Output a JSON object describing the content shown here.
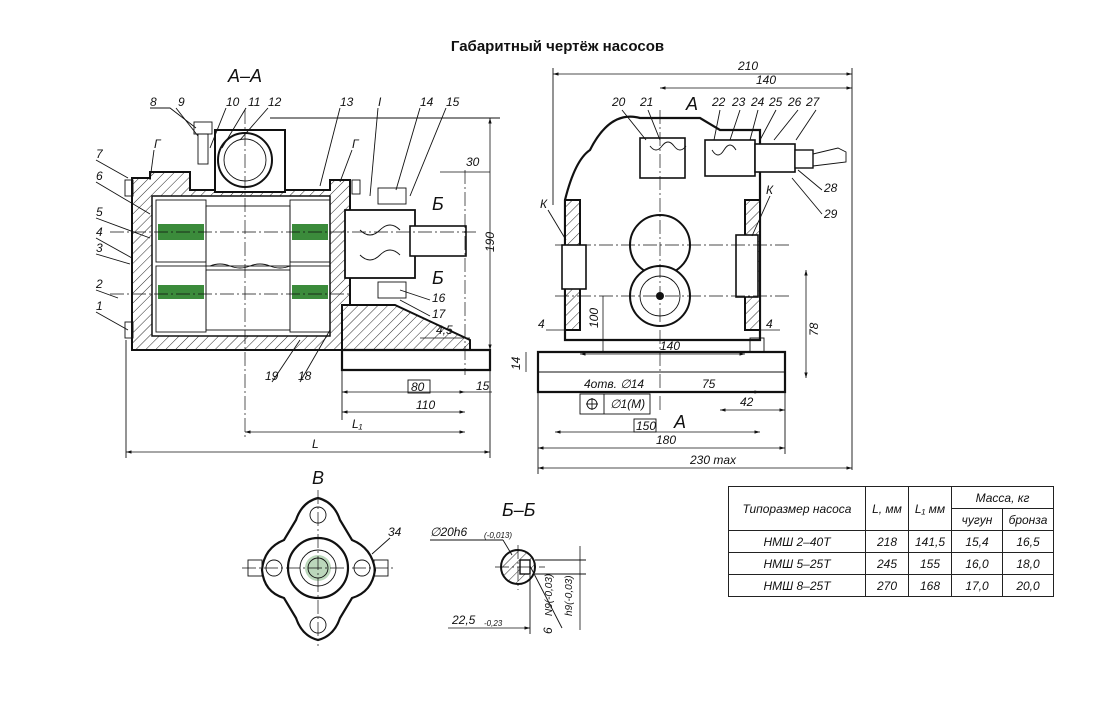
{
  "title": "Габаритный чертёж насосов",
  "views": {
    "section_aa": "А–А",
    "view_v": "В",
    "section_bb": "Б–Б",
    "section_a_mark": "А"
  },
  "callouts": [
    "1",
    "2",
    "3",
    "4",
    "5",
    "6",
    "7",
    "8",
    "9",
    "10",
    "11",
    "12",
    "13",
    "14",
    "15",
    "16",
    "17",
    "18",
    "19",
    "20",
    "21",
    "22",
    "23",
    "24",
    "25",
    "26",
    "27",
    "28",
    "29",
    "34"
  ],
  "labels": {
    "g": "Г",
    "b": "Б",
    "k": "К",
    "i": "I",
    "a": "А"
  },
  "dimensions": {
    "d190": "190",
    "d30": "30",
    "d4_5": "4,5",
    "d15": "15",
    "d80": "80",
    "d110": "110",
    "dL1": "L₁",
    "dL": "L",
    "d210": "210",
    "d140_top": "140",
    "d100": "100",
    "d4_left": "4",
    "d4_right": "4",
    "d14": "14",
    "d140_bottom": "140",
    "d78": "78",
    "holes": "4отв. ∅14",
    "d75": "75",
    "d42": "42",
    "tolerance": "∅1(M)",
    "d150": "150",
    "d180": "180",
    "d230": "230 max",
    "shaft_d": "∅20h6",
    "shaft_d_tol": "(-0,013)",
    "key_len": "22,5",
    "key_len_tol": "-0,23",
    "key_w": "6",
    "key_w_tol": "N9(-0,03)",
    "key_h_tol": "h9(-0,03)"
  },
  "table": {
    "headers": {
      "type": "Типоразмер насоса",
      "l": "L, мм",
      "l1": "L₁ мм",
      "mass": "Масса, кг",
      "cast": "чугун",
      "bronze": "бронза"
    },
    "rows": [
      {
        "type": "НМШ 2–40Т",
        "l": "218",
        "l1": "141,5",
        "cast": "15,4",
        "bronze": "16,5"
      },
      {
        "type": "НМШ 5–25Т",
        "l": "245",
        "l1": "155",
        "cast": "16,0",
        "bronze": "18,0"
      },
      {
        "type": "НМШ 8–25Т",
        "l": "270",
        "l1": "168",
        "cast": "17,0",
        "bronze": "20,0"
      }
    ]
  }
}
